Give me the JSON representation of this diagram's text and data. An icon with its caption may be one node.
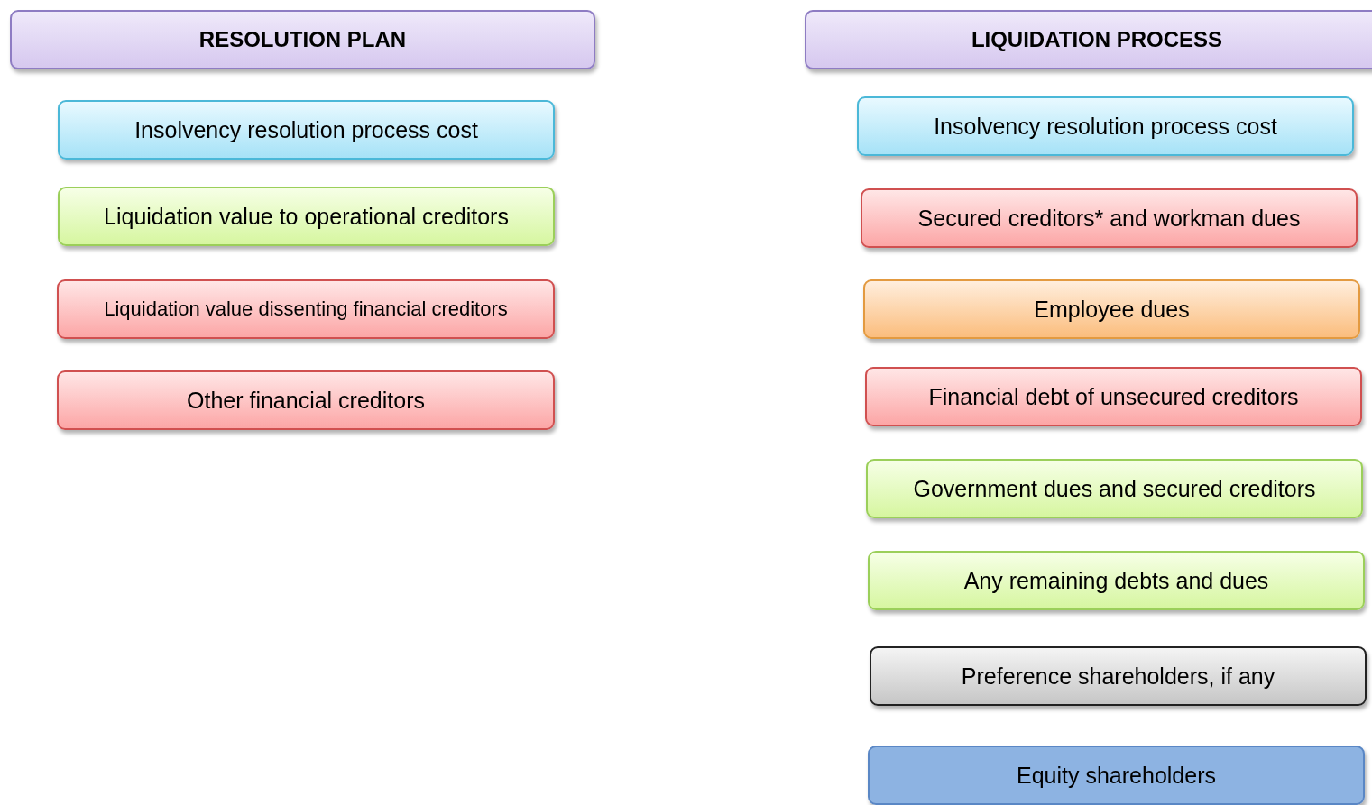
{
  "diagram": {
    "nodes": [
      {
        "text": [
          "RESOLUTION PLAN"
        ]
      },
      {
        "text": [
          "Insolvency resolution process cost"
        ]
      },
      {
        "text": [
          "Liquidation value to operational creditors"
        ]
      },
      {
        "text": [
          "Liquidation value dissenting financial creditors"
        ]
      },
      {
        "text": [
          "Other financial creditors"
        ]
      },
      {
        "text": [
          "LIQUIDATION PROCESS"
        ]
      },
      {
        "text": [
          "Insolvency resolution process cost"
        ]
      },
      {
        "text": [
          "Secured creditors* and workman dues"
        ]
      },
      {
        "text": [
          "Employee dues"
        ]
      },
      {
        "text": [
          "Financial debt of unsecured creditors"
        ]
      },
      {
        "text": [
          "Government dues and secured creditors"
        ]
      },
      {
        "text": [
          "Any remaining debts and dues"
        ]
      },
      {
        "text": [
          "Preference shareholders, if any"
        ]
      },
      {
        "text": [
          "Equity shareholders"
        ]
      }
    ]
  }
}
